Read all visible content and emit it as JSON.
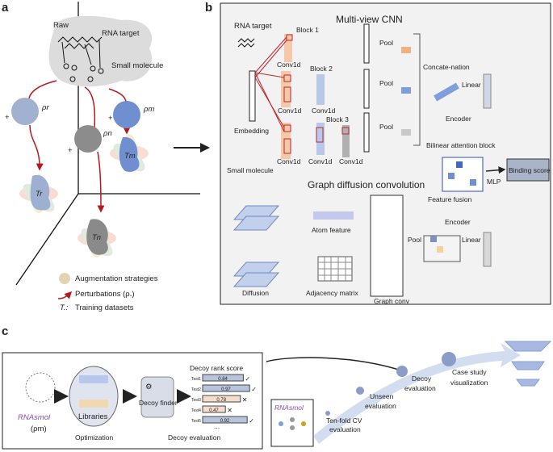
{
  "panel_a": {
    "label": "a",
    "raw": "Raw",
    "rna_target": "RNA target",
    "small_molecule": "Small molecule",
    "rho_r": "ρr",
    "rho_n": "ρn",
    "rho_m": "ρm",
    "plus": "+",
    "t_r": "Tr",
    "t_n": "Tn",
    "t_m": "Tm",
    "legend": {
      "augmentation": "Augmentation strategies",
      "perturbations": "Perturbations (ρ.)",
      "training_symbol": "T.:",
      "training": "Training datasets"
    }
  },
  "panel_b": {
    "label": "b",
    "cnn_title": "Multi-view CNN",
    "rna_target": "RNA target",
    "block1": "Block 1",
    "block2": "Block 2",
    "block3": "Block 3",
    "conv1d": "Conv1d",
    "embedding": "Embedding",
    "pool": "Pool",
    "concatenation": "Concate-nation",
    "linear": "Linear",
    "encoder": "Encoder",
    "bilinear": "Bilinear attention block",
    "binding_score": "Binding score",
    "mlp": "MLP",
    "feature_fusion": "Feature fusion",
    "small_molecule": "Small molecule",
    "gdc_title": "Graph diffusion convolution",
    "atom_feature": "Atom feature",
    "adjacency": "Adjacency matrix",
    "diffusion": "Diffusion",
    "graph_conv": "Graph conv"
  },
  "panel_c": {
    "label": "c",
    "rnasmol": "RNAsmol",
    "rho_m": "(ρm)",
    "libraries": "Libraries",
    "optimization": "Optimization",
    "decoy_finder": "Decoy finder",
    "decoy_rank_score": "Decoy rank score",
    "decoy_evaluation": "Decoy evaluation",
    "scores": [
      {
        "test": "Test1",
        "value": "0.84",
        "mark": "✓"
      },
      {
        "test": "Test2",
        "value": "0.97",
        "mark": "✓"
      },
      {
        "test": "Test3",
        "value": "0.78",
        "mark": "✕"
      },
      {
        "test": "Test4",
        "value": "0.47",
        "mark": "✕"
      },
      {
        "test": "Test5",
        "value": "0.92",
        "mark": "✓"
      }
    ],
    "ellipsis": "...",
    "stages": {
      "tenfold1": "Ten-fold CV",
      "tenfold2": "evaluation",
      "unseen1": "Unseen",
      "unseen2": "evaluation",
      "decoy1": "Decoy",
      "decoy2": "evaluation",
      "case1": "Case study",
      "case2": "visualization"
    }
  },
  "colors": {
    "red": "#b5191f",
    "blue": "#7f96cf",
    "gray": "#8a8a8a",
    "orange": "#f2b48a",
    "purple": "#8a4fb0",
    "panel_bg": "#f2f2f2"
  }
}
